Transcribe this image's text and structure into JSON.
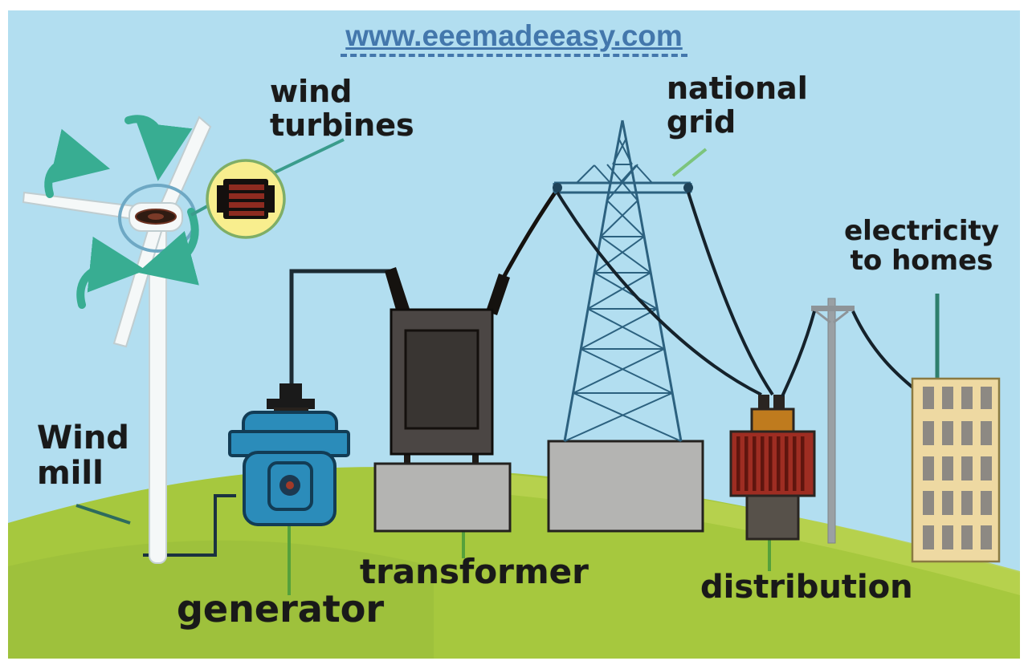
{
  "header": {
    "site_url": "www.eeemadeeasy.com"
  },
  "labels": {
    "wind_turbines": {
      "line1": "wind",
      "line2": "turbines"
    },
    "national_grid": {
      "line1": "national",
      "line2": "grid"
    },
    "electricity_to_homes": {
      "line1": "electricity",
      "line2": "to homes"
    },
    "wind_mill": {
      "line1": "Wind",
      "line2": "mill"
    },
    "generator": "generator",
    "transformer": "transformer",
    "distribution": "distribution"
  },
  "colors": {
    "sky": "#b2def0",
    "ground": "#a6c83e",
    "ground_light": "#b8d24f",
    "ground_shade": "#97bb3a",
    "wind_arrow_teal": "#38ad92",
    "title_blue": "#4377ac",
    "label_text": "#191919",
    "generator_blue": "#2b8cba",
    "transformer_gray": "#4b4644",
    "concrete_base": "#b4b4b2",
    "pylon_steel_blue": "#2c617f",
    "distribution_red": "#9e2d22",
    "distribution_cap_orange": "#bf7b1e",
    "building_tan": "#eed9a2",
    "building_window_gray": "#8d8983",
    "callout_yellow": "#f8ee8e",
    "turbine_stripe_red": "#8e2b20",
    "leader_green": "#55a13b",
    "leader_teal": "#3a9c8c"
  },
  "scene": {
    "components": [
      "windmill",
      "wind-turbines-callout",
      "generator",
      "transformer",
      "national-grid-pylon",
      "distribution-transformer",
      "utility-pole",
      "homes-building"
    ]
  }
}
